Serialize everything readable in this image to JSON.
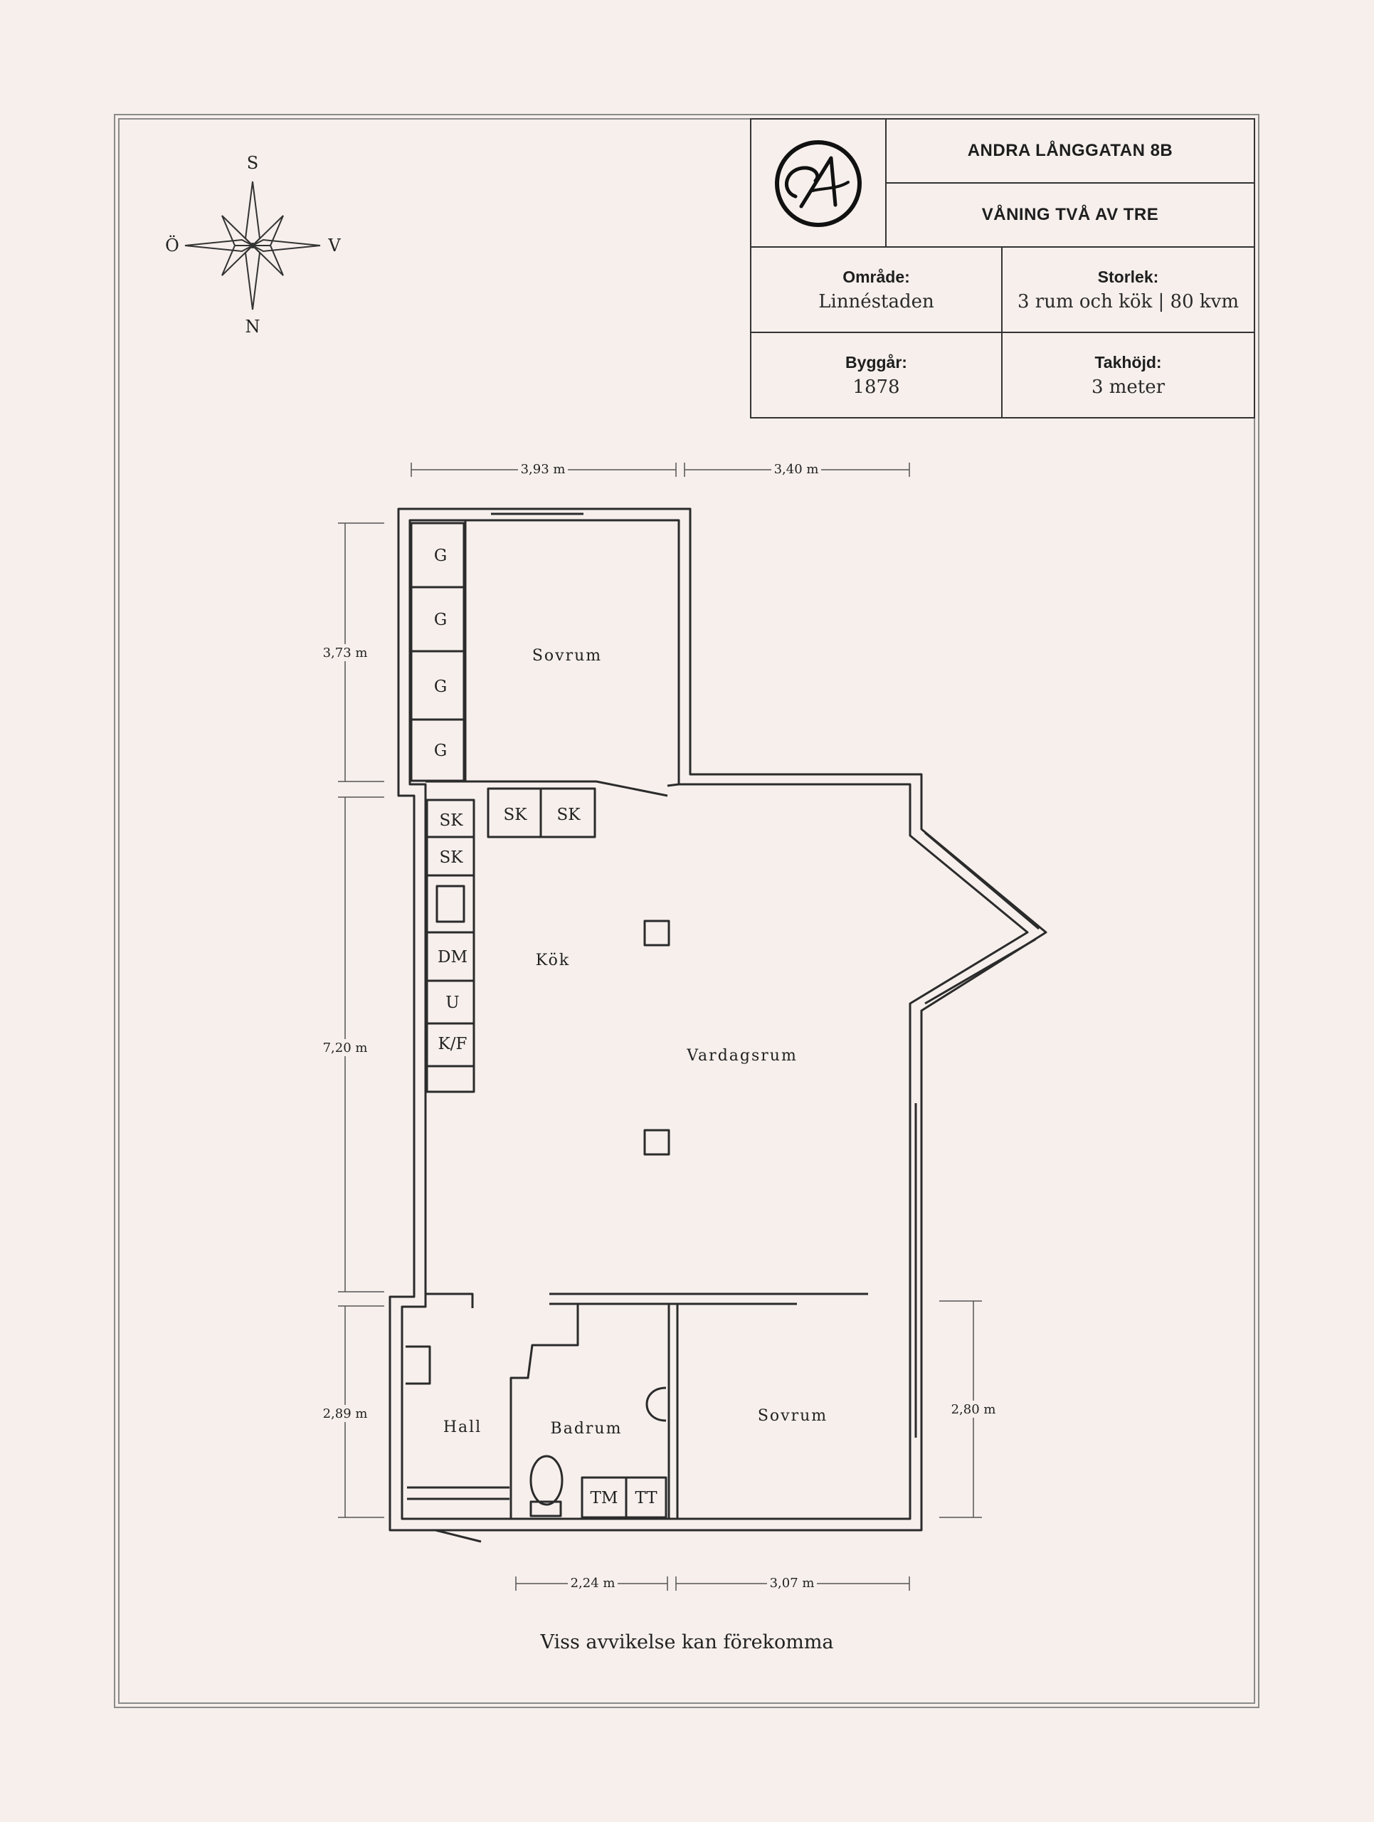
{
  "title_block": {
    "address": "ANDRA LÅNGGATAN 8B",
    "floor": "VÅNING TVÅ AV TRE",
    "area_label": "Område:",
    "area_value": "Linnéstaden",
    "size_label": "Storlek:",
    "size_value": "3 rum och kök | 80 kvm",
    "year_label": "Byggår:",
    "year_value": "1878",
    "ceiling_label": "Takhöjd:",
    "ceiling_value": "3 meter"
  },
  "compass": {
    "north": "N",
    "south": "S",
    "east": "Ö",
    "west": "V"
  },
  "rooms": {
    "bedroom_top": "Sovrum",
    "kitchen": "Kök",
    "living": "Vardagsrum",
    "hall": "Hall",
    "bathroom": "Badrum",
    "bedroom_bottom": "Sovrum"
  },
  "fixtures": {
    "wardrobe": "G",
    "closet": "SK",
    "dishwasher": "DM",
    "oven": "U",
    "fridge_freezer": "K/F",
    "washer": "TM",
    "dryer": "TT"
  },
  "dimensions": {
    "top_left_width": "3,93 m",
    "top_right_width": "3,40 m",
    "left_top_height": "3,73 m",
    "left_mid_height": "7,20 m",
    "left_bottom_height": "2,89 m",
    "right_bottom_height": "2,80 m",
    "bottom_left_width": "2,24 m",
    "bottom_right_width": "3,07 m"
  },
  "disclaimer": "Viss avvikelse kan förekomma"
}
